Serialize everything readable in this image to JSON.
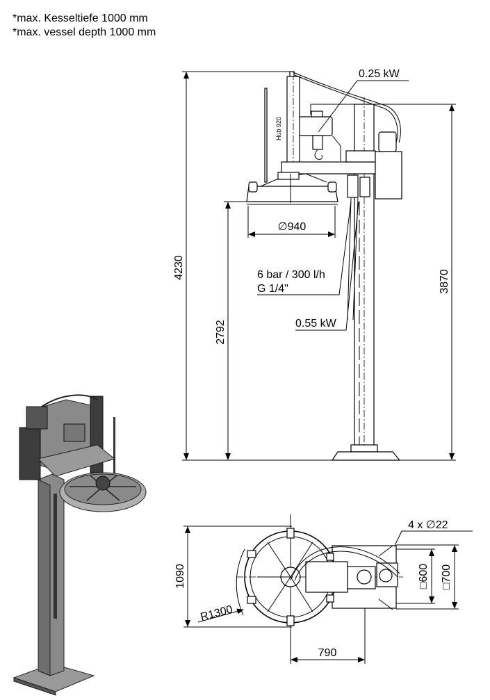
{
  "notes": {
    "line_de": "*max. Kesseltiefe 1000 mm",
    "line_en": "*max. vessel depth 1000 mm"
  },
  "side_view": {
    "hoist_power": "0.25 kW",
    "stroke_label": "Hub 920",
    "total_height": "4230",
    "column_height": "3870",
    "gripper_height": "2792",
    "gripper_diameter": "∅940",
    "air_supply_line1": "6 bar / 300 l/h",
    "air_supply_line2": "G 1/4\"",
    "rotation_power": "0.55 kW"
  },
  "top_view": {
    "anchor_holes": "4 x ∅22",
    "width": "1090",
    "radius": "R1300",
    "reach": "790",
    "bolt_square": "□600",
    "plate_square": "□700"
  },
  "colors": {
    "render_gray": "#8a8a8a",
    "render_dark": "#3c3c3c"
  }
}
